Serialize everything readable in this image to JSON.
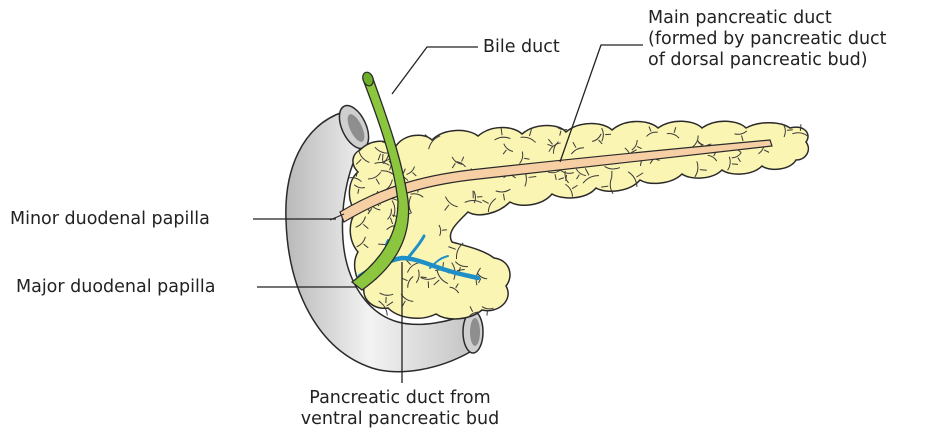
{
  "labels": {
    "main_duct": [
      "Main pancreatic duct",
      "(formed by pancreatic duct",
      "of dorsal pancreatic bud)"
    ],
    "bile_duct": "Bile duct",
    "minor_papilla": "Minor duodenal papilla",
    "major_papilla": "Major duodenal papilla",
    "pancreatic_duct_ventral": [
      "Pancreatic duct from",
      "ventral pancreatic bud"
    ]
  },
  "colors": {
    "pancreas_fill": "#fbf5b3",
    "pancreas_outline": "#2a2a2a",
    "lobule_marks": "#2a2a2a",
    "duodenum_fill": "#dcdcdc",
    "duodenum_highlight": "#f4f4f4",
    "bile_duct": "#8cc63f",
    "main_duct": "#f6cfa5",
    "ventral_duct": "#29a9e0",
    "leader_line": "#222222"
  }
}
